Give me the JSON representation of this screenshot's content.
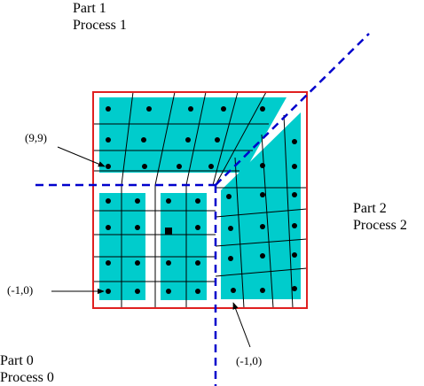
{
  "labels": {
    "part1": {
      "part": "Part 1",
      "process": "Process 1"
    },
    "part2": {
      "part": "Part 2",
      "process": "Process 2"
    },
    "part0": {
      "part": "Part 0",
      "process": "Process 0"
    }
  },
  "annotations": {
    "top_left_index": "(9,9)",
    "left_index": "(-1,0)",
    "bottom_index": "(-1,0)"
  },
  "colors": {
    "fill": "#00cccc",
    "boundary": "#e02020",
    "partition": "#0000cc",
    "grid": "#000000"
  }
}
